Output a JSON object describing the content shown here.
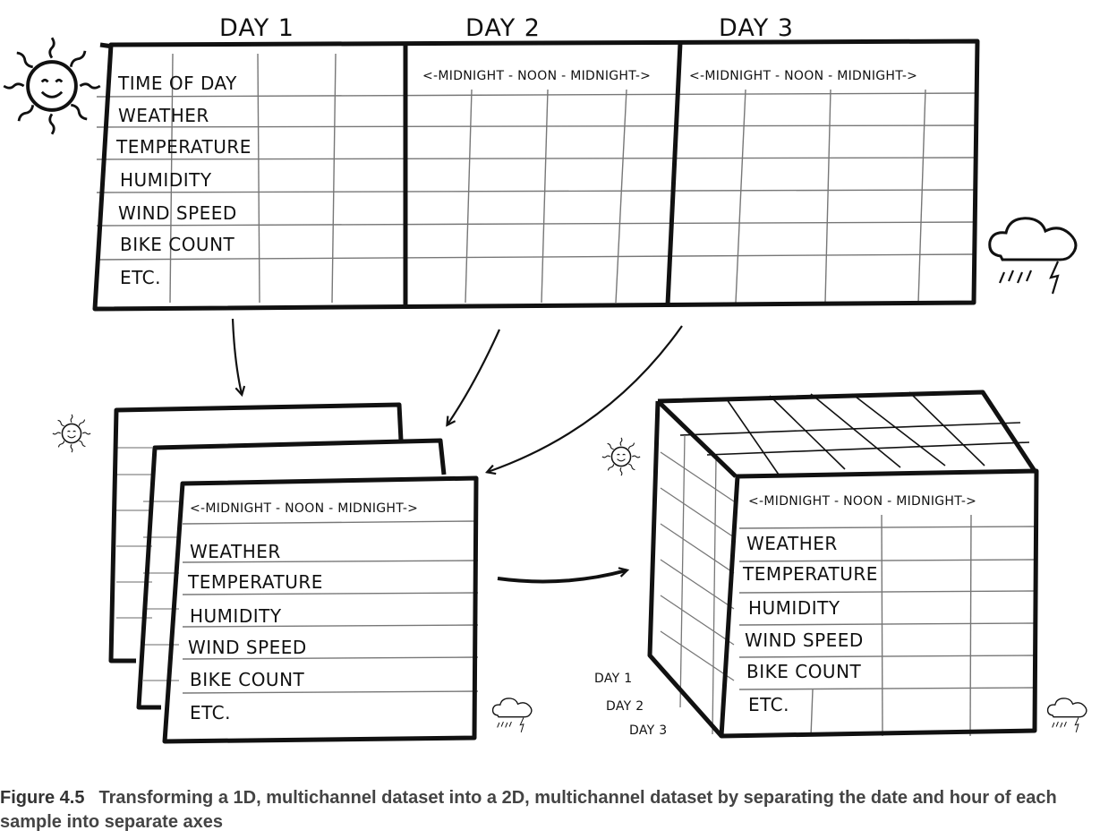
{
  "days": [
    "DAY 1",
    "DAY 2",
    "DAY 3"
  ],
  "time_axis": "<-MIDNIGHT - NOON - MIDNIGHT->",
  "top_table_rows": [
    "TIME OF DAY",
    "WEATHER",
    "TEMPERATURE",
    "HUMIDITY",
    "WIND SPEED",
    "BIKE COUNT",
    "ETC."
  ],
  "stack_rows": [
    "WEATHER",
    "TEMPERATURE",
    "HUMIDITY",
    "WIND SPEED",
    "BIKE COUNT",
    "ETC."
  ],
  "cube_rows": [
    "WEATHER",
    "TEMPERATURE",
    "HUMIDITY",
    "WIND SPEED",
    "BIKE COUNT",
    "ETC."
  ],
  "cube_day_labels": [
    "DAY 1",
    "DAY 2",
    "DAY 3"
  ],
  "icons": [
    "sun-icon",
    "storm-cloud-icon"
  ],
  "caption": {
    "figure": "Figure 4.5",
    "text": "Transforming a 1D, multichannel dataset into a 2D, multichannel dataset by separating the date and hour of each sample into separate axes"
  }
}
